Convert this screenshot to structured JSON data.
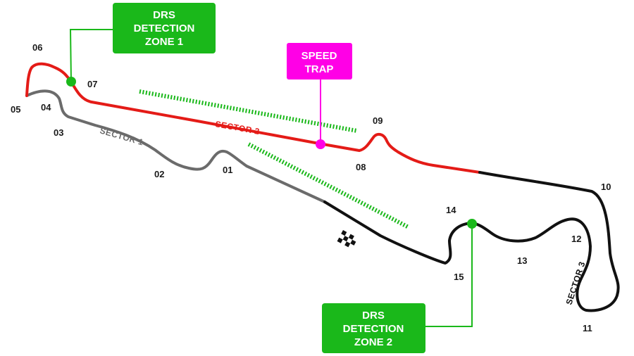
{
  "colors": {
    "sector1": "#6b6b6b",
    "sector2": "#e41b17",
    "sector3": "#111111",
    "drs": "#1ab81a",
    "speed_trap": "#ff00e6",
    "label_text": "#ffffff"
  },
  "sectors": {
    "s1": "SECTOR 1",
    "s2": "SECTOR 2",
    "s3": "SECTOR 3"
  },
  "turns": {
    "t01": "01",
    "t02": "02",
    "t03": "03",
    "t04": "04",
    "t05": "05",
    "t06": "06",
    "t07": "07",
    "t08": "08",
    "t09": "09",
    "t10": "10",
    "t11": "11",
    "t12": "12",
    "t13": "13",
    "t14": "14",
    "t15": "15"
  },
  "drs_zone_1": {
    "line1": "DRS",
    "line2": "DETECTION",
    "line3": "ZONE 1"
  },
  "drs_zone_2": {
    "line1": "DRS",
    "line2": "DETECTION",
    "line3": "ZONE 2"
  },
  "speed_trap": {
    "line1": "SPEED",
    "line2": "TRAP"
  },
  "icons": {
    "finish": "checkered-flag-icon"
  }
}
